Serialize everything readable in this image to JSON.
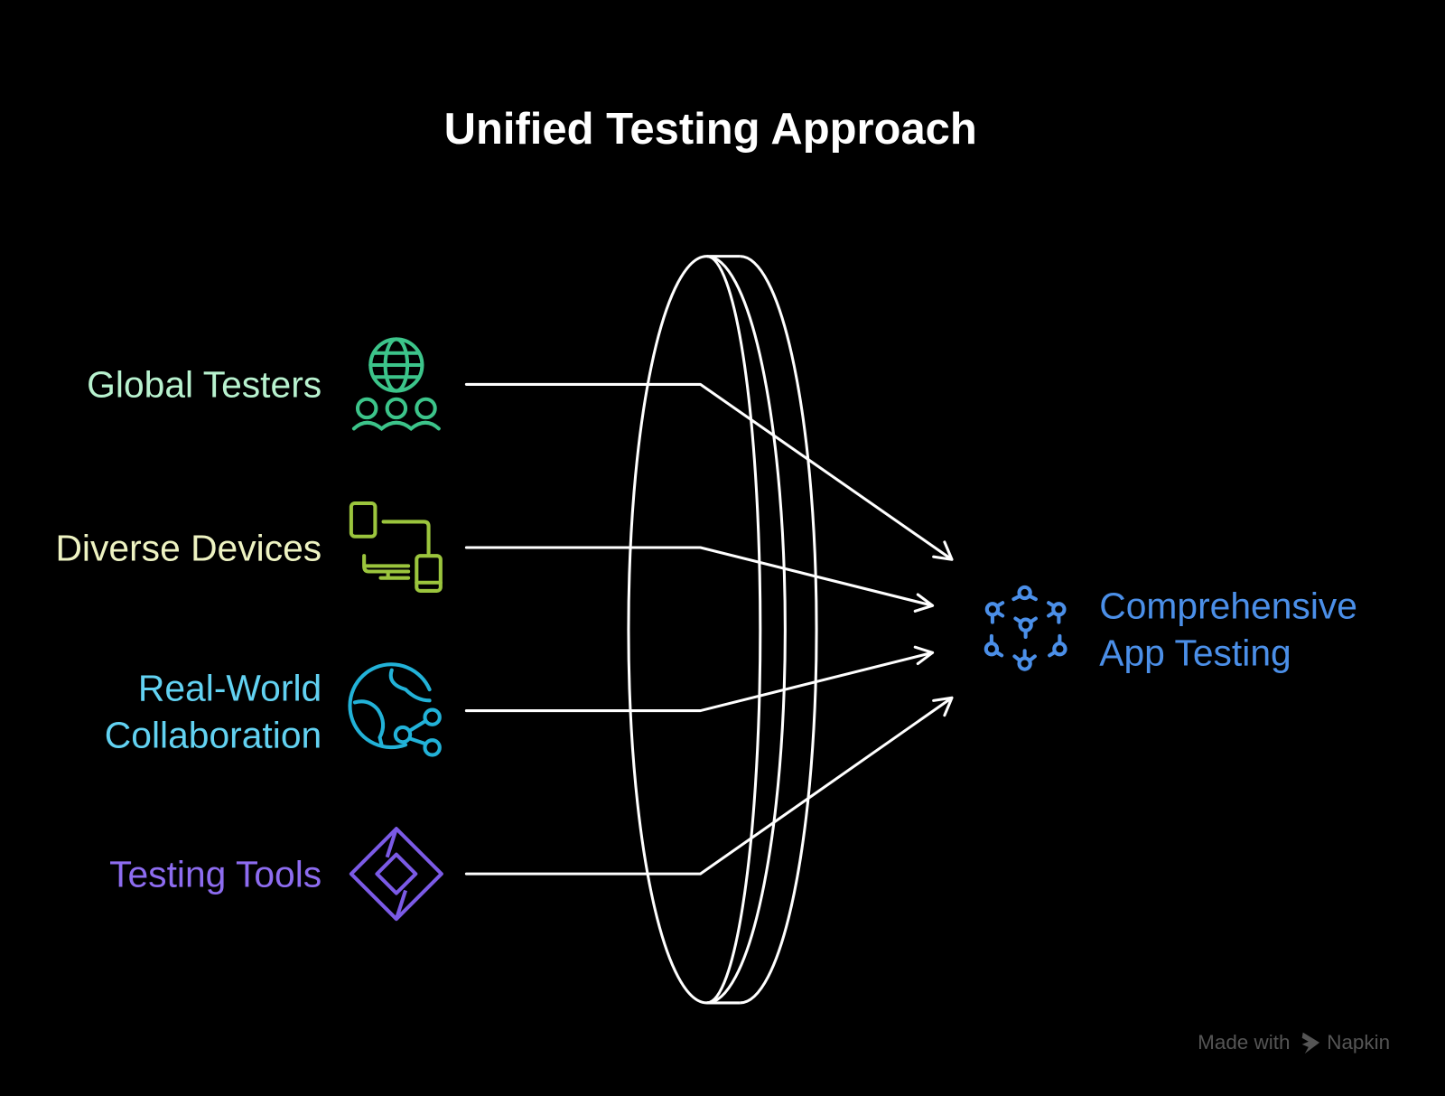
{
  "title": "Unified Testing Approach",
  "inputs": [
    {
      "label": "Global Testers",
      "icon": "globe-people-icon",
      "text_color": "#b8f2cf",
      "icon_color": "#3cc48a"
    },
    {
      "label": "Diverse Devices",
      "icon": "devices-icon",
      "text_color": "#eef3c2",
      "icon_color": "#9bc53d"
    },
    {
      "label_line1": "Real-World",
      "label_line2": "Collaboration",
      "icon": "globe-share-icon",
      "text_color": "#62d2f2",
      "icon_color": "#22b2d8"
    },
    {
      "label": "Testing Tools",
      "icon": "diamond-tool-icon",
      "text_color": "#8d6cf0",
      "icon_color": "#7b5ae6"
    }
  ],
  "output": {
    "label_line1": "Comprehensive",
    "label_line2": "App Testing",
    "icon": "network-nodes-icon",
    "color": "#4b8fe8"
  },
  "watermark": {
    "prefix": "Made with",
    "brand": "Napkin"
  }
}
